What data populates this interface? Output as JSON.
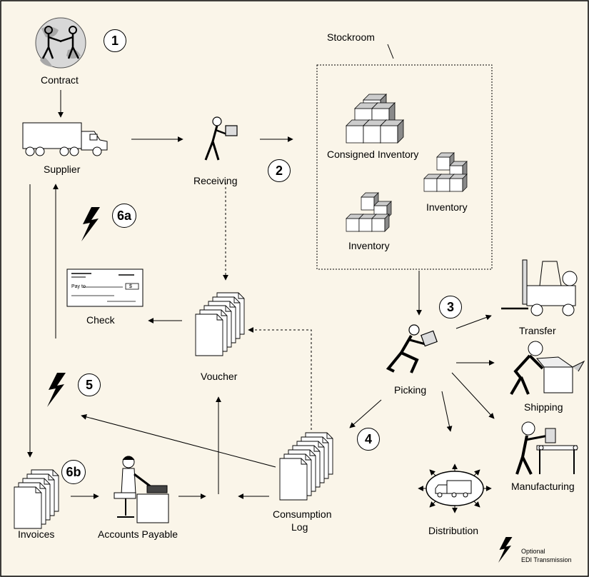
{
  "labels": {
    "contract": "Contract",
    "supplier": "Supplier",
    "receiving": "Receiving",
    "stockroom": "Stockroom",
    "consigned_inventory": "Consigned Inventory",
    "inventory_right": "Inventory",
    "inventory_left": "Inventory",
    "check": "Check",
    "check_pay_to": "Pay to",
    "check_amount": "$",
    "voucher": "Voucher",
    "picking": "Picking",
    "transfer": "Transfer",
    "shipping": "Shipping",
    "manufacturing": "Manufacturing",
    "distribution": "Distribution",
    "consumption_log_1": "Consumption",
    "consumption_log_2": "Log",
    "invoices": "Invoices",
    "accounts_payable": "Accounts Payable"
  },
  "steps": {
    "s1": "1",
    "s2": "2",
    "s3": "3",
    "s4": "4",
    "s5": "5",
    "s6a": "6a",
    "s6b": "6b"
  },
  "legend": {
    "line1": "Optional",
    "line2": "EDI Transmission",
    "icon": "lightning-bolt-icon"
  },
  "colors": {
    "background": "#faf5e9",
    "outline": "#000000"
  }
}
